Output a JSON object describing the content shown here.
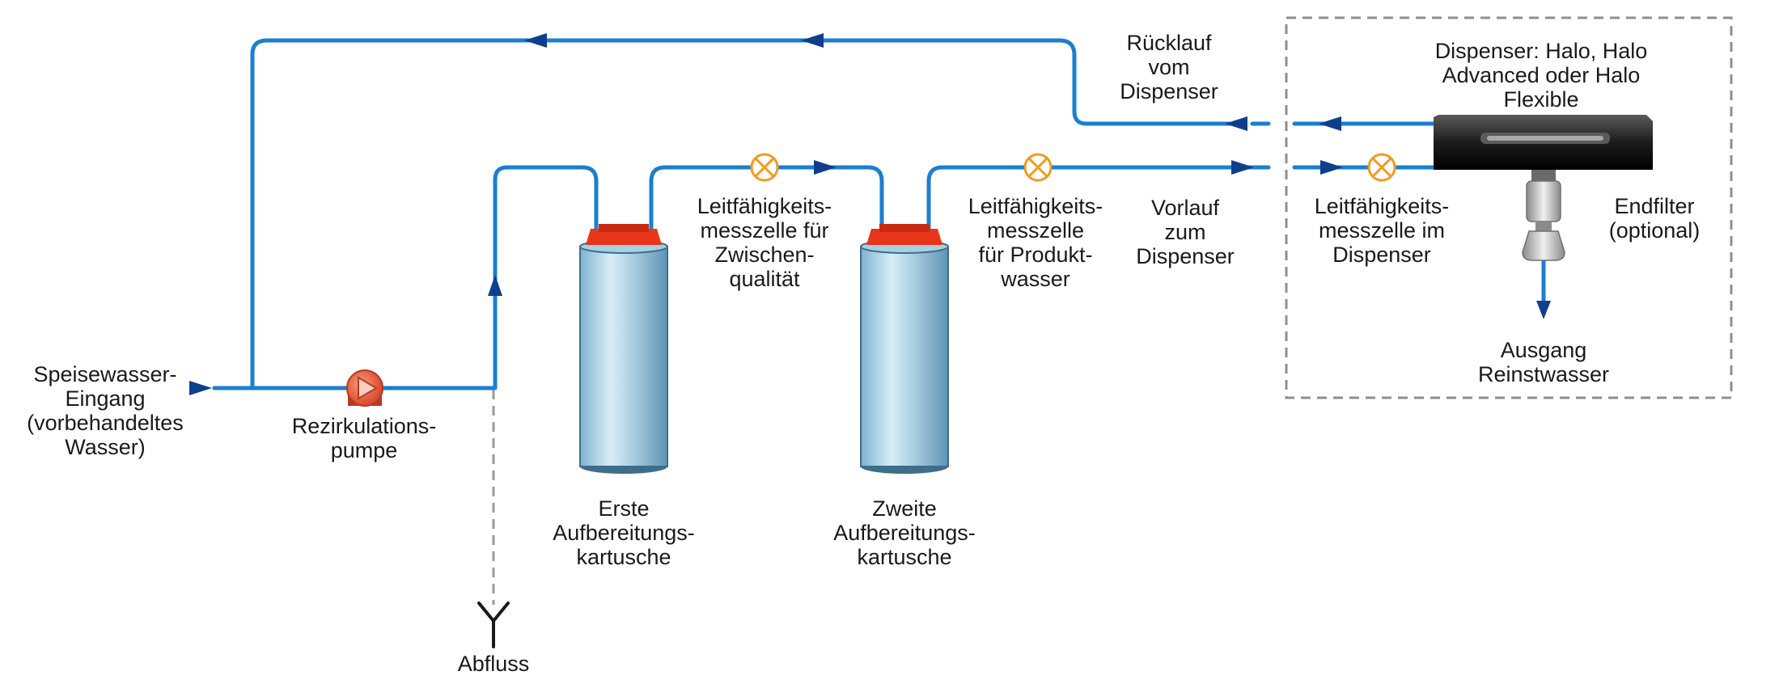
{
  "colors": {
    "pipe": "#1a7fd0",
    "arrow": "#0d3f8c",
    "drain_dash": "#9a9a9a",
    "box_dash": "#8f8f8f",
    "cap": "#e8361b",
    "pump": "#ea5b3c",
    "sensor": "#f29a1e"
  },
  "labels": {
    "feed_inlet": [
      "Speisewasser-",
      "Eingang",
      "(vorbehandeltes",
      "Wasser)"
    ],
    "recirc_pump": [
      "Rezirkulations-",
      "pumpe"
    ],
    "drain": [
      "Abfluss"
    ],
    "cartridge_1": [
      "Erste",
      "Aufbereitungs-",
      "kartusche"
    ],
    "cartridge_2": [
      "Zweite",
      "Aufbereitungs-",
      "kartusche"
    ],
    "cell_intermediate": [
      "Leitfähigkeits-",
      "messzelle für",
      "Zwischen-",
      "qualität"
    ],
    "cell_product": [
      "Leitfähigkeits-",
      "messzelle",
      "für Produkt-",
      "wasser"
    ],
    "supply": [
      "Vorlauf",
      "zum",
      "Dispenser"
    ],
    "return": [
      "Rücklauf",
      "vom",
      "Dispenser"
    ],
    "cell_dispenser": [
      "Leitfähigkeits-",
      "messzelle im",
      "Dispenser"
    ],
    "dispenser": [
      "Dispenser: Halo, Halo",
      "Advanced oder Halo",
      "Flexible"
    ],
    "final_filter": [
      "Endfilter",
      "(optional)"
    ],
    "outlet": [
      "Ausgang",
      "Reinstwasser"
    ]
  },
  "icons": [
    "pump-icon",
    "conductivity-sensor-icon",
    "drain-icon",
    "cartridge-icon",
    "dispenser-icon",
    "final-filter-icon",
    "flow-arrow-icon"
  ]
}
